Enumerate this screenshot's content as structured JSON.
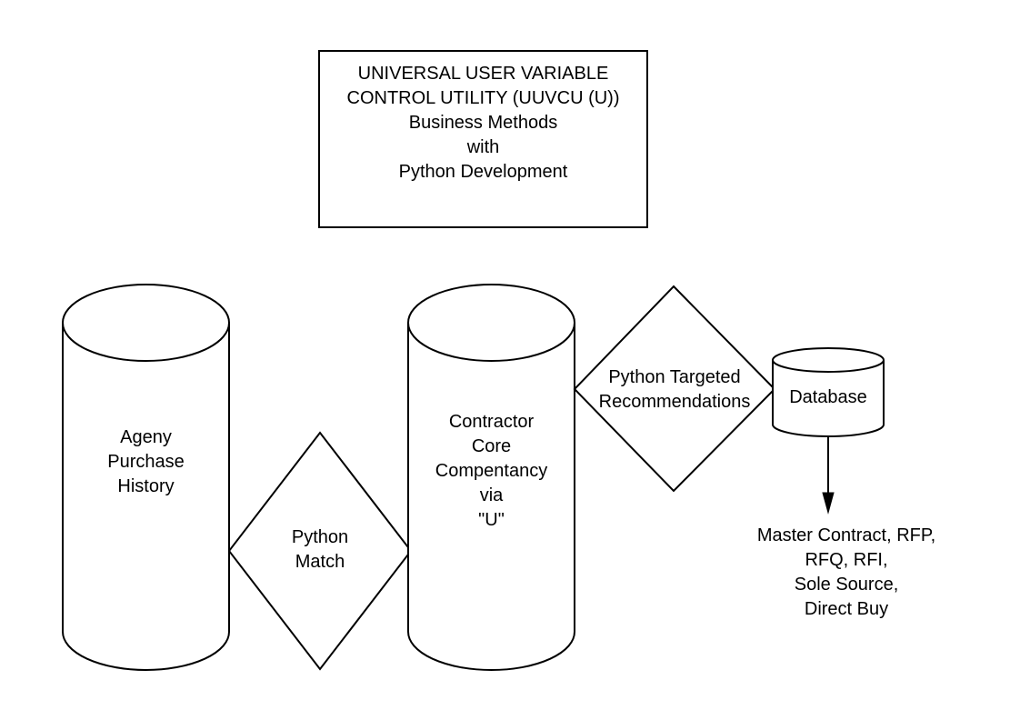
{
  "diagram": {
    "title_box": {
      "text": "UNIVERSAL USER VARIABLE\nCONTROL UTILITY (UUVCU (U))\nBusiness Methods\nwith\nPython Development"
    },
    "nodes": {
      "agency_purchase_history": {
        "shape": "cylinder",
        "label": "Ageny\nPurchase\nHistory"
      },
      "python_match": {
        "shape": "diamond",
        "label": "Python\nMatch"
      },
      "contractor_core": {
        "shape": "cylinder",
        "label": "Contractor\nCore\nCompentancy\nvia\n\"U\""
      },
      "python_targeted": {
        "shape": "diamond",
        "label": "Python Targeted\nRecommendations"
      },
      "database": {
        "shape": "cylinder",
        "label": "Database"
      },
      "outputs": {
        "shape": "text",
        "label": "Master Contract, RFP,\nRFQ, RFI,\nSole Source,\nDirect Buy"
      }
    },
    "colors": {
      "stroke": "#000000",
      "fill": "#ffffff",
      "background": "#ffffff"
    }
  }
}
